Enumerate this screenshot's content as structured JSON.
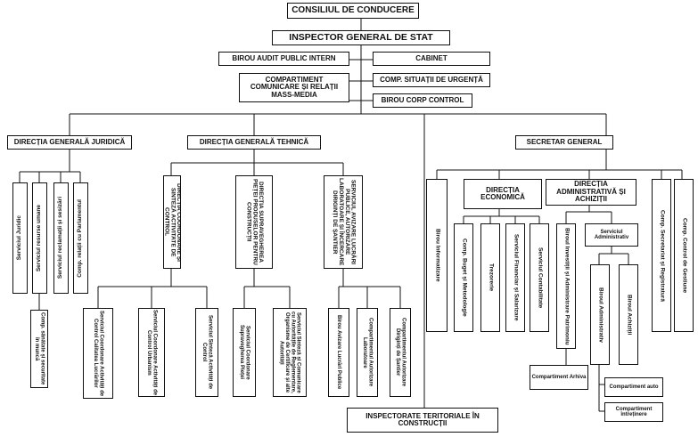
{
  "chart": {
    "top": "CONSILIUL DE CONDUCERE",
    "inspector": "INSPECTOR GENERAL DE STAT",
    "audit": "BIROU AUDIT PUBLIC INTERN",
    "cabinet": "CABINET",
    "comunicare": "COMPARTIMENT COMUNICARE ȘI RELAȚII MASS-MEDIA",
    "urgenta": "COMP. SITUAȚII DE URGENȚĂ",
    "corp_control": "BIROU CORP CONTROL",
    "juridica": "DIRECȚIA GENERALĂ JURIDICĂ",
    "tehnica": "DIRECȚIA GENERALĂ TEHNICĂ",
    "secretar": "SECRETAR GENERAL",
    "juridic_serviciu": "Serviciul Juridic",
    "resurse_umane": "Serviciul resurse umane",
    "reclamatii": "Serviciul reclamații și sesizări",
    "parlament": "Comp. relații cu Parlamentul",
    "sanatate": "Comp. sănătate și securitate în muncă",
    "dir_coordonare": "DIRECȚIA COORDONARE ȘI SINTEZĂ ACTIVITATE DE CONTROL",
    "dir_supraveghere": "DIRECȚIA SUPRAVEGHEREA PIEȚEI PRODUSELOR PENTRU CONSTRUCȚII",
    "serv_avizare": "SERVICIUL AVIZARE LUCRĂRI PUBLICE, AUTORIZARE LABORATOARE ȘI ÎNCERCARE DIRIGINȚI DE ȘANTIER",
    "s_coord_lucrari": "Serviciul Coordonare Activități de Control Calitatea Lucrărilor",
    "s_coord_urbanism": "Serviciul Coordonare Activități de Control Urbanism",
    "s_sinteza": "Serviciul Sinteză Activități de Control",
    "s_supraveghere": "Serviciul Coordonare Supravegherea Pieței",
    "s_sinteza_org": "Serviciul Sinteză și Comunicare cu Autoritățile de Reglementare, Organisme de Certificare și alte Autorități",
    "b_avizare": "Birou Avizare Lucrări Publice",
    "c_laboratoare": "Compartimentul Autorizare Laboratoare",
    "c_dirigi": "Compartimentul Autorizare Diriginți de Șantier",
    "inspectorate": "INSPECTORATE TERITORIALE ÎN CONSTRUCȚII",
    "b_informatizare": "Birou Informatizare",
    "dir_economica": "DIRECȚIA ECONOMICĂ",
    "dir_admin": "DIRECȚIA ADMINISTRATIVĂ ȘI ACHIZIȚII",
    "c_buget": "Comp. Buget și Metodologie",
    "trezorerie": "Trezorerie",
    "s_financiar": "Serviciul Financiar și Salarizare",
    "s_contabil": "Serviciul Contabilitate",
    "b_investitii": "Biroul Investiții și Administrare Patrimoniu",
    "s_administrativ": "Serviciul Administrativ",
    "b_administrativ": "Biroul Administrativ",
    "b_achizitii": "Biroul Achiziții",
    "c_arhiva": "Compartiment Arhiva",
    "c_auto": "Compartiment auto",
    "c_intretinere": "Compartiment întreținere",
    "c_secretariat": "Comp. Secretariat și Registratură",
    "c_gestiune": "Comp. Control de Gestiune"
  }
}
